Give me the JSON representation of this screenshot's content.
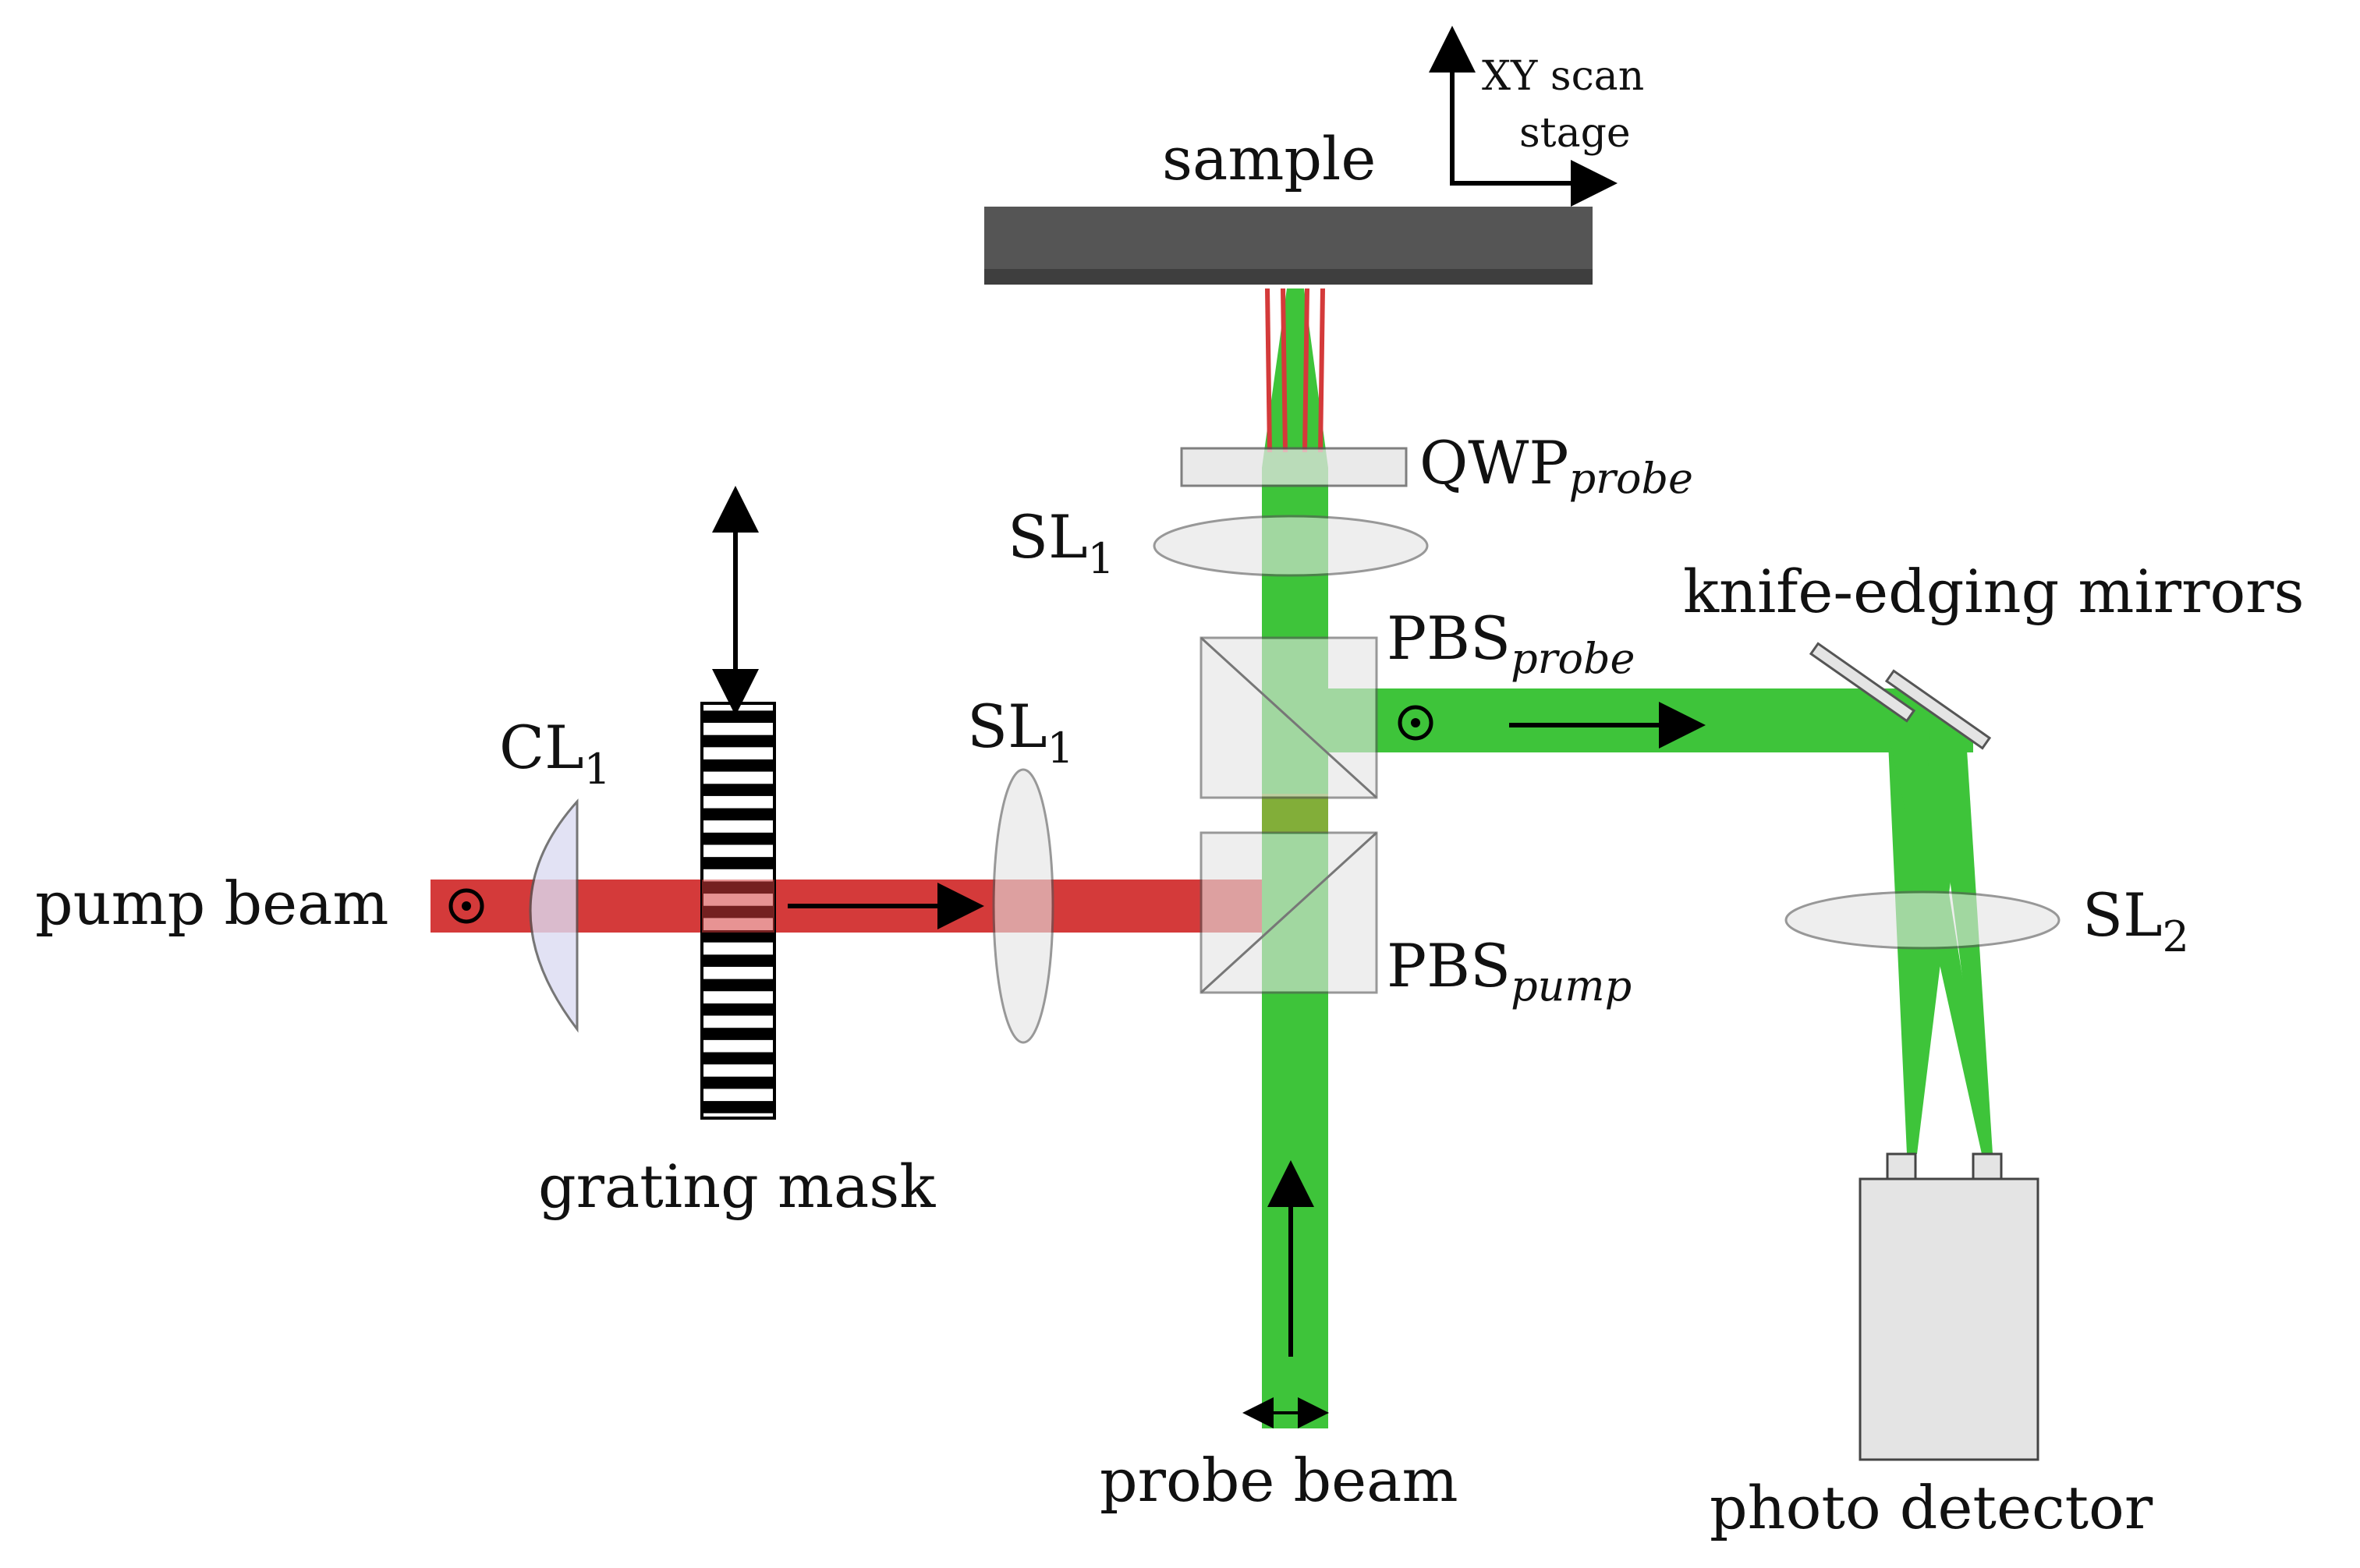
{
  "labels": {
    "sample": "sample",
    "xy_scan_stage_line1": "XY scan",
    "xy_scan_stage_line2": "stage",
    "qwp": "QWP",
    "qwp_sub": "probe",
    "sl1_top": "SL",
    "sl1_top_sub": "1",
    "knife_edging_mirrors": "knife-edging mirrors",
    "pbs_probe": "PBS",
    "pbs_probe_sub": "probe",
    "cl1": "CL",
    "cl1_sub": "1",
    "sl1_mid": "SL",
    "sl1_mid_sub": "1",
    "pump_beam": "pump beam",
    "pbs_pump": "PBS",
    "pbs_pump_sub": "pump",
    "sl2": "SL",
    "sl2_sub": "2",
    "grating_mask": "grating mask",
    "probe_beam": "probe beam",
    "photo_detector": "photo detector"
  },
  "colors": {
    "pump_red": "#d43a3a",
    "probe_green": "#3ec43a",
    "sample_gray": "#555555",
    "optic_gray": "#e4e4e4",
    "outline": "#555555"
  },
  "icons": {
    "polarization_symbol": "circle-dot-icon",
    "arrows": "arrow-icon"
  }
}
